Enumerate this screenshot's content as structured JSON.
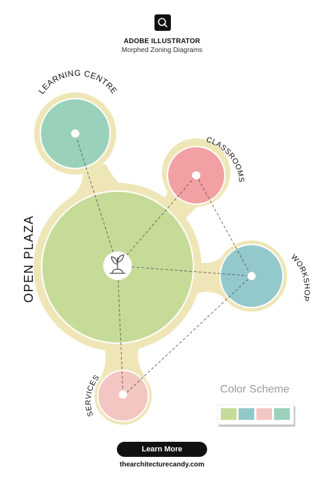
{
  "header": {
    "title": "ADOBE ILLUSTRATOR",
    "subtitle": "Morphed Zoning Diagrams"
  },
  "zones": {
    "learning": {
      "label": "LEARNING CENTRE",
      "color": "#99d1bb"
    },
    "classrooms": {
      "label": "CLASSROOMS",
      "color": "#f2a0a4"
    },
    "workshop": {
      "label": "WORKSHOP",
      "color": "#94c9cc"
    },
    "services": {
      "label": "SERVICES",
      "color": "#f4c6c2"
    },
    "plaza": {
      "label": "OPEN PLAZA",
      "color": "#c6db98"
    }
  },
  "background_blob_color": "#efe6b8",
  "legend": {
    "title": "Color Scheme",
    "swatches": [
      "#c6db98",
      "#94c9cc",
      "#f4c6c2",
      "#99d1bb"
    ]
  },
  "cta": {
    "label": "Learn More"
  },
  "footer": {
    "site": "thearchitecturecandy.com"
  }
}
